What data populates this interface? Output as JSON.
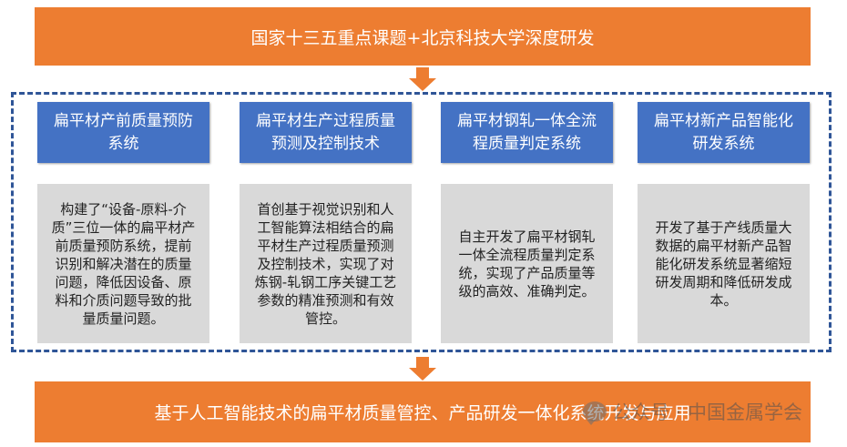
{
  "top_banner": {
    "text": "国家十三五重点课题+北京科技大学深度研发"
  },
  "columns": [
    {
      "title": "扁平材产前质量预防系统",
      "description": "构建了“设备-原料-介质”三位一体的扁平材产前质量预防系统，提前识别和解决潜在的质量问题，降低因设备、原料和介质问题导致的批量质量问题。"
    },
    {
      "title": "扁平材生产过程质量预测及控制技术",
      "description": "首创基于视觉识别和人工智能算法相结合的扁平材生产过程质量预测及控制技术，实现了对炼钢-轧钢工序关键工艺参数的精准预测和有效管控。"
    },
    {
      "title": "扁平材钢轧一体全流程质量判定系统",
      "description": "自主开发了扁平材钢轧一体全流程质量判定系统，实现了产品质量等级的高效、准确判定。"
    },
    {
      "title": "扁平材新产品智能化研发系统",
      "description": "开发了基于产线质量大数据的扁平材新产品智能化研发系统显著缩短研发周期和降低研发成本。"
    }
  ],
  "bottom_banner": {
    "text": "基于人工智能技术的扁平材质量管控、产品研发一体化系统开发与应用"
  },
  "watermark": {
    "text": "公众号 · 中国金属学会",
    "icon": "chat-bubble-icon"
  },
  "colors": {
    "orange": "#ED7D31",
    "blue": "#4472C4",
    "gray": "#D9D9D9",
    "dashed_border": "#2F5597"
  }
}
